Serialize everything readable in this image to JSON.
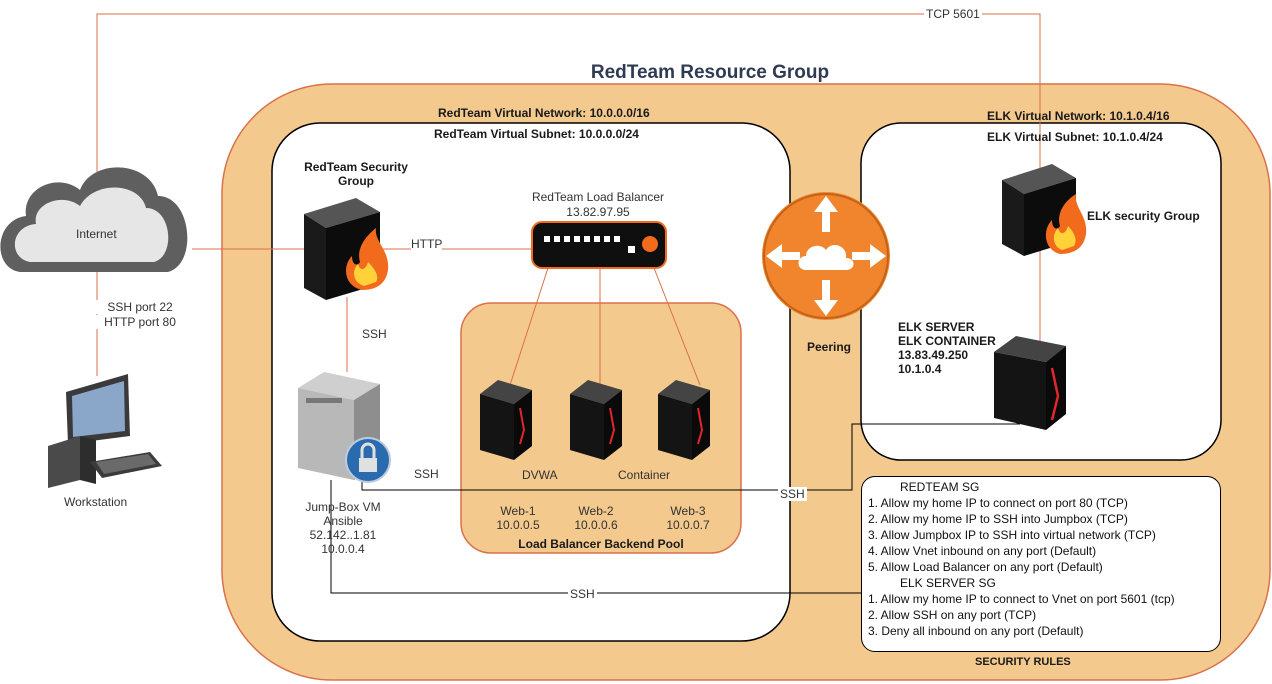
{
  "title": "RedTeam Resource Group",
  "tcp_label": "TCP 5601",
  "internet": {
    "label": "Internet",
    "ports": [
      "SSH port 22",
      "HTTP port 80"
    ]
  },
  "workstation": {
    "label": "Workstation"
  },
  "redteam_vnet": {
    "network_label": "RedTeam Virtual Network: 10.0.0.0/16",
    "subnet_label": "RedTeam Virtual Subnet: 10.0.0.0/24"
  },
  "security_group": {
    "label_line1": "RedTeam Security",
    "label_line2": "Group"
  },
  "load_balancer": {
    "name": "RedTeam Load Balancer",
    "ip": "13.82.97.95"
  },
  "links": {
    "http": "HTTP",
    "ssh1": "SSH",
    "ssh2": "SSH",
    "ssh3": "SSH",
    "ssh4": "SSH"
  },
  "jumpbox": {
    "lines": [
      "Jump-Box VM",
      "Ansible",
      "52.142..1.81",
      "10.0.0.4"
    ]
  },
  "backend_pool": {
    "label": "Load Balancer Backend Pool",
    "dvwa": "DVWA",
    "container": "Container",
    "servers": [
      {
        "name": "Web-1",
        "ip": "10.0.0.5"
      },
      {
        "name": "Web-2",
        "ip": "10.0.0.6"
      },
      {
        "name": "Web-3",
        "ip": "10.0.0.7"
      }
    ]
  },
  "peering": {
    "label": "Peering"
  },
  "elk": {
    "network_label": "ELK Virtual Network: 10.1.0.4/16",
    "subnet_label": "ELK Virtual Subnet: 10.1.0.4/24",
    "sg_label": "ELK security Group",
    "server_lines": [
      "ELK SERVER",
      "ELK CONTAINER",
      "13.83.49.250",
      "10.1.0.4"
    ]
  },
  "security_rules": {
    "footer": "SECURITY RULES",
    "redteam_header": "REDTEAM SG",
    "redteam_rules": [
      "1. Allow my home IP to connect on port 80 (TCP)",
      "2. Allow my home IP to SSH into Jumpbox (TCP)",
      "3. Allow Jumpbox IP to SSH into virtual network (TCP)",
      "4. Allow Vnet inbound on any port (Default)",
      "5. Allow Load Balancer on any port (Default)"
    ],
    "elk_header": "ELK SERVER SG",
    "elk_rules": [
      "1. Allow my home IP to connect to Vnet on port 5601 (tcp)",
      "2. Allow SSH on any port (TCP)",
      "3. Deny all inbound on any port (Default)"
    ]
  },
  "colors": {
    "resource_group_fill": "#f3c98e",
    "line": "#d9714a",
    "title": "#2f3b52"
  }
}
